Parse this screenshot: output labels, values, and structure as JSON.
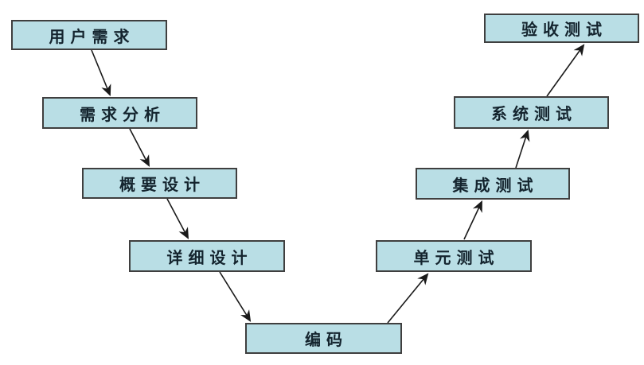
{
  "diagram": {
    "type": "v-model-flowchart",
    "colors": {
      "background": "#ffffff",
      "node_fill": "#b9dee5",
      "node_border": "#3f3f3f",
      "node_text": "#14242e",
      "arrow": "#1a1a1a"
    },
    "nodes": [
      {
        "id": "user-requirements",
        "label": "用户需求"
      },
      {
        "id": "requirements-analysis",
        "label": "需求分析"
      },
      {
        "id": "high-level-design",
        "label": "概要设计"
      },
      {
        "id": "detailed-design",
        "label": "详细设计"
      },
      {
        "id": "coding",
        "label": "编码"
      },
      {
        "id": "unit-testing",
        "label": "单元测试"
      },
      {
        "id": "integration-testing",
        "label": "集成测试"
      },
      {
        "id": "system-testing",
        "label": "系统测试"
      },
      {
        "id": "acceptance-testing",
        "label": "验收测试"
      }
    ],
    "edges": [
      {
        "from": "用户需求",
        "to": "需求分析"
      },
      {
        "from": "需求分析",
        "to": "概要设计"
      },
      {
        "from": "概要设计",
        "to": "详细设计"
      },
      {
        "from": "详细设计",
        "to": "编码"
      },
      {
        "from": "编码",
        "to": "单元测试"
      },
      {
        "from": "单元测试",
        "to": "集成测试"
      },
      {
        "from": "集成测试",
        "to": "系统测试"
      },
      {
        "from": "系统测试",
        "to": "验收测试"
      }
    ]
  }
}
